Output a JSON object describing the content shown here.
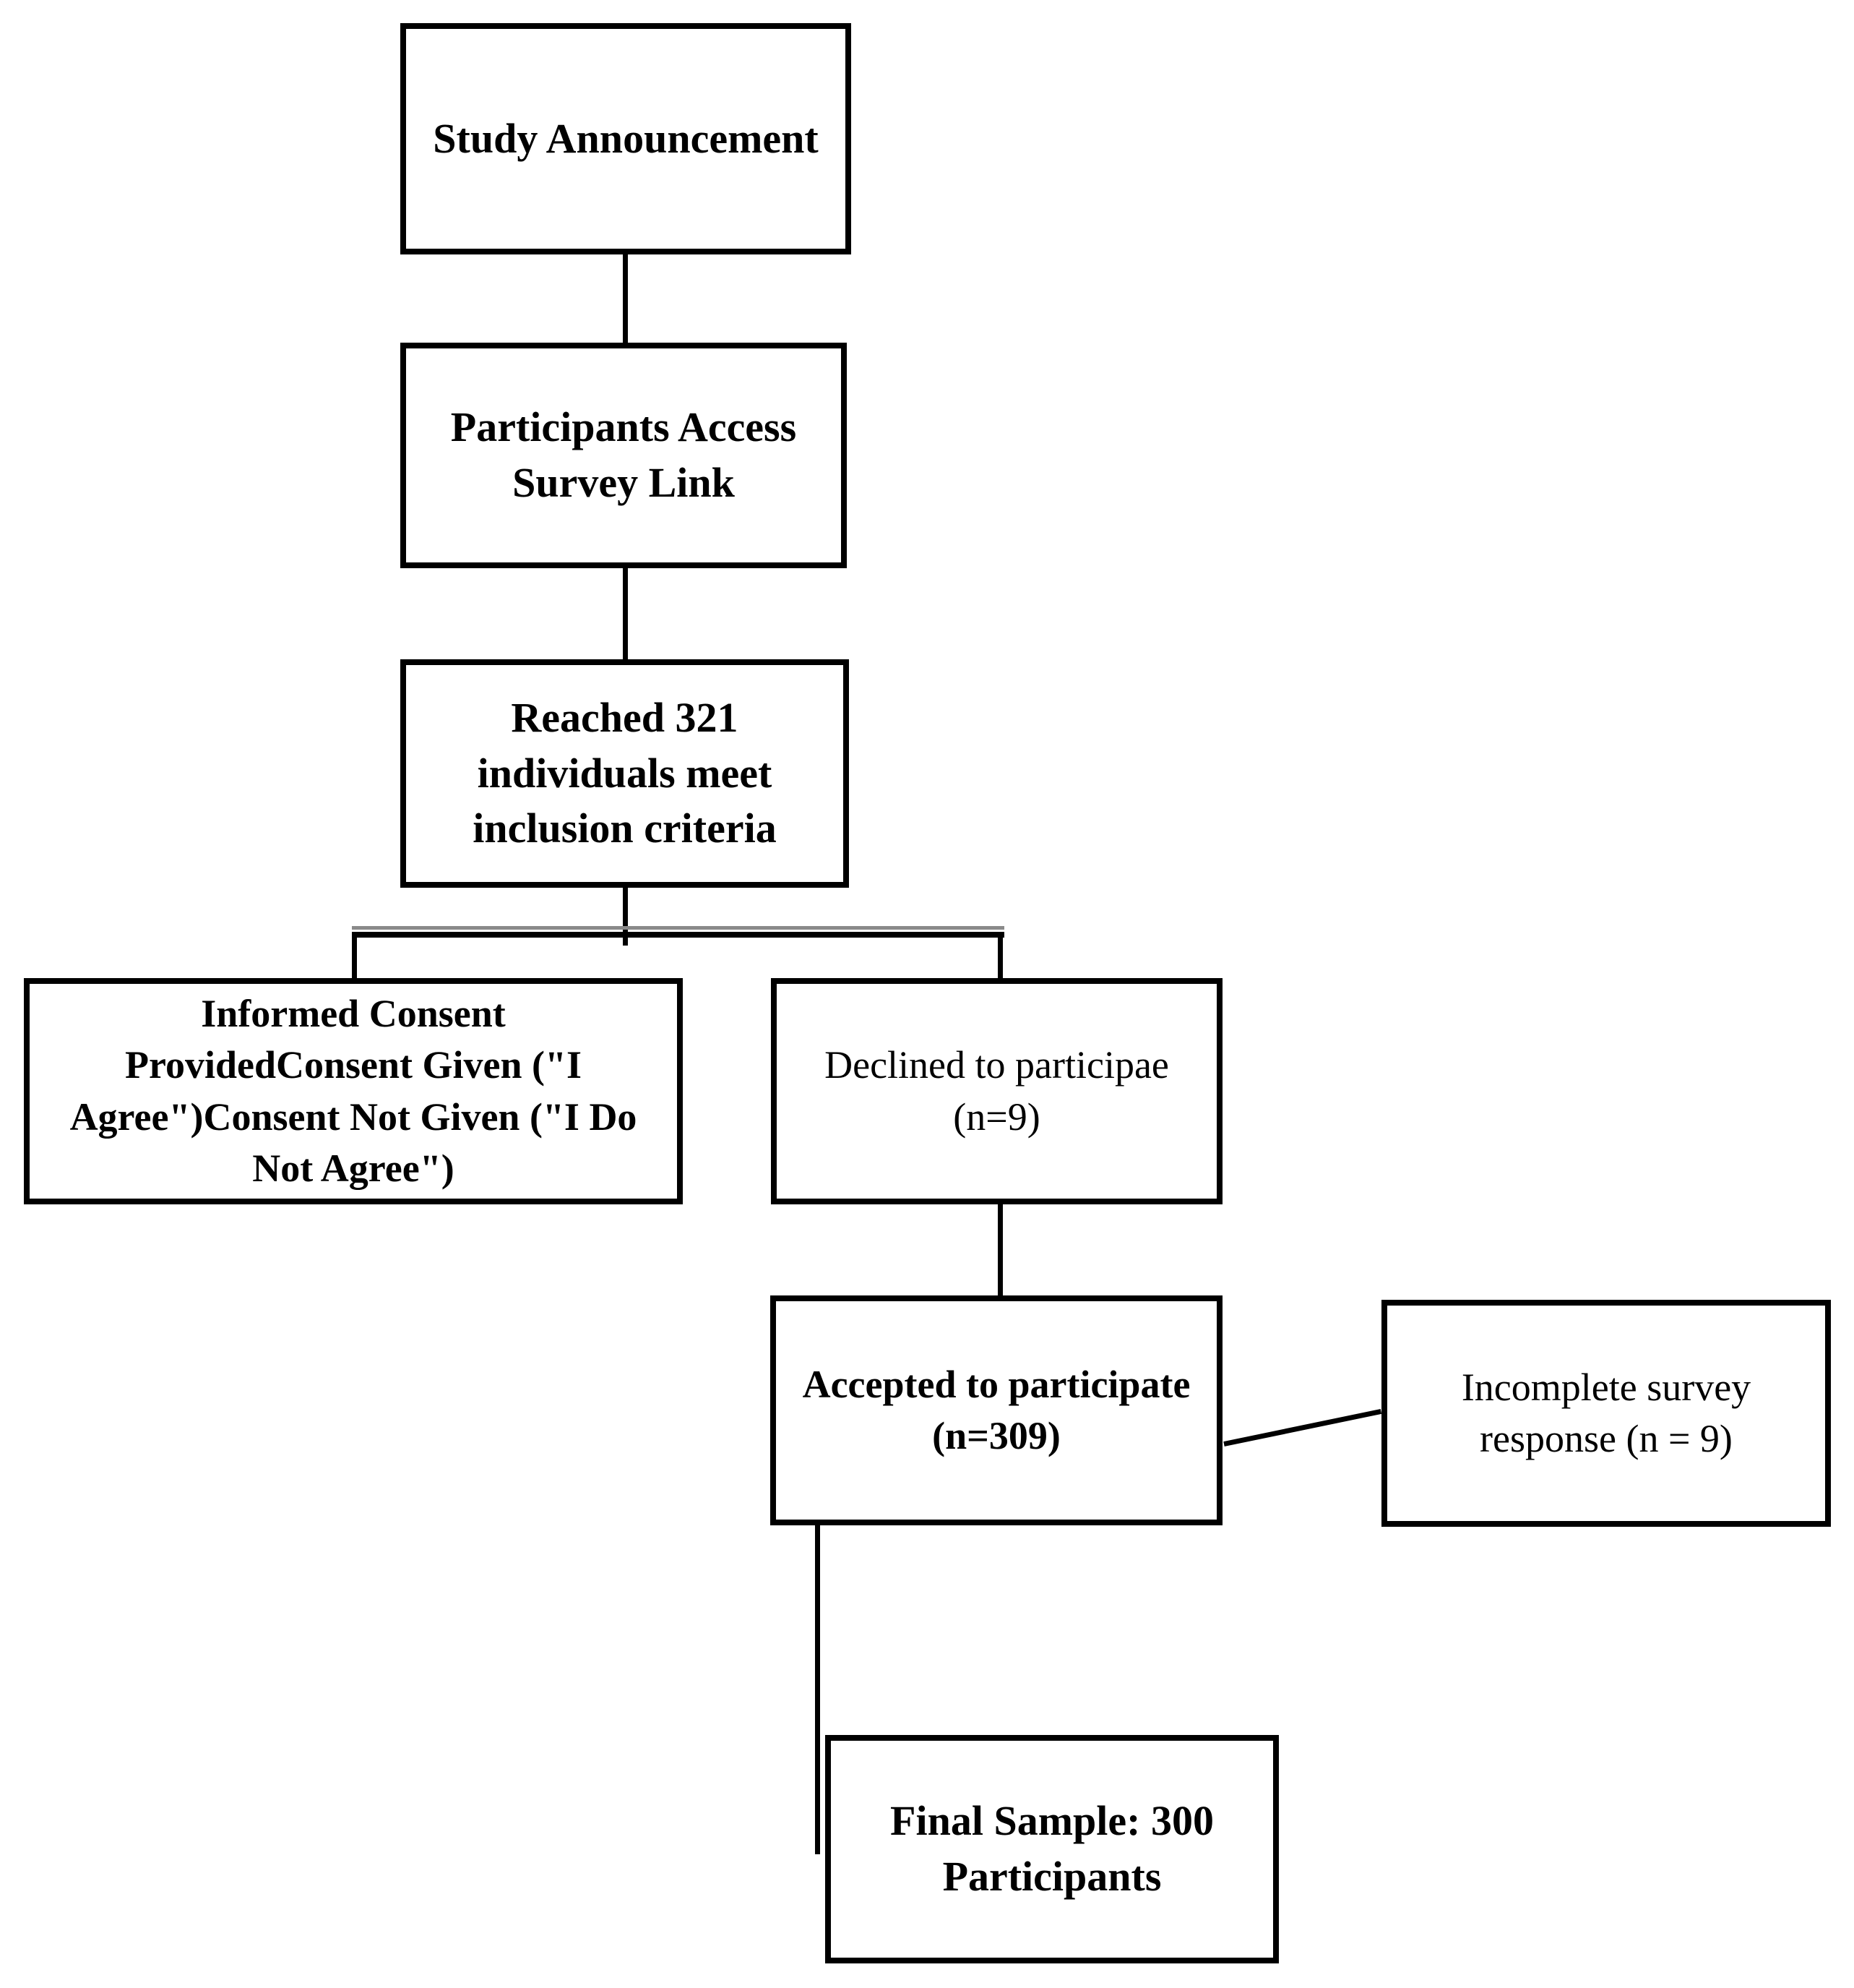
{
  "diagram": {
    "type": "flowchart",
    "background_color": "#ffffff",
    "line_color": "#000000",
    "artifact_line_color": "#8a8a8a",
    "boxes": {
      "study_announcement": {
        "text": "Study Announcement"
      },
      "participants_access": {
        "text": "Participants Access\nSurvey Link"
      },
      "reached_inclusion": {
        "text": "Reached 321\nindividuals meet\ninclusion criteria"
      },
      "informed_consent": {
        "text": "Informed Consent\nProvidedConsent Given (\"I\nAgree\")Consent Not Given (\"I Do\nNot Agree\")"
      },
      "declined": {
        "text": "Declined to participae\n(n=9)"
      },
      "accepted": {
        "text": "Accepted to participate\n(n=309)"
      },
      "incomplete": {
        "text": "Incomplete survey\nresponse (n = 9)"
      },
      "final_sample": {
        "text": "Final Sample: 300\nParticipants"
      }
    },
    "counts": {
      "reached": 321,
      "declined": 9,
      "accepted": 309,
      "incomplete": 9,
      "final_sample": 300
    }
  }
}
